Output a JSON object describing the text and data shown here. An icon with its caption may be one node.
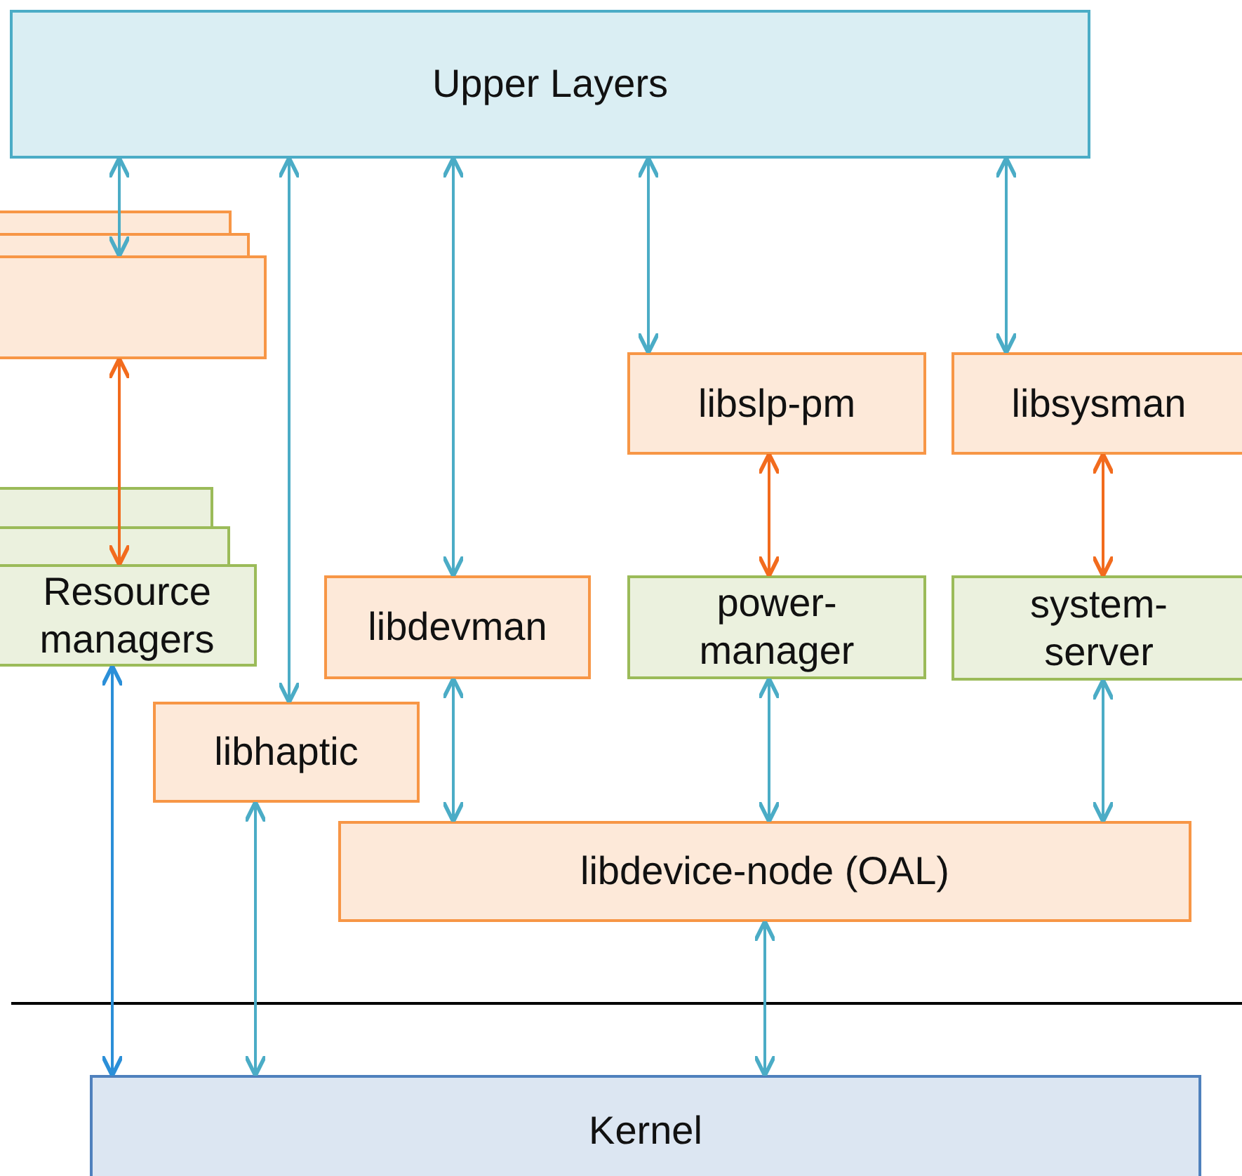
{
  "diagram": {
    "nodes": [
      {
        "text": [
          "Upper Layers"
        ]
      },
      {
        "text": [],
        "shape": "box"
      },
      {
        "text": [
          "libslp-pm"
        ]
      },
      {
        "text": [
          "libsysman"
        ]
      },
      {
        "text": [
          "Resource managers"
        ]
      },
      {
        "text": [
          "libdevman"
        ]
      },
      {
        "text": [
          "power- manager"
        ]
      },
      {
        "text": [
          "system- server"
        ]
      },
      {
        "text": [
          "libhaptic"
        ]
      },
      {
        "text": [
          "libdevice-node (OAL)"
        ]
      },
      {
        "text": [
          "Kernel"
        ]
      }
    ],
    "edges": [
      {
        "from": 0,
        "to": 1,
        "arrow": "both"
      },
      {
        "from": 0,
        "to": 8,
        "arrow": "both"
      },
      {
        "from": 0,
        "to": 5,
        "arrow": "both"
      },
      {
        "from": 0,
        "to": 2,
        "arrow": "both"
      },
      {
        "from": 0,
        "to": 3,
        "arrow": "both"
      },
      {
        "from": 1,
        "to": 4,
        "arrow": "both",
        "color": "#f26b1d"
      },
      {
        "from": 2,
        "to": 6,
        "arrow": "both",
        "color": "#f26b1d"
      },
      {
        "from": 3,
        "to": 7,
        "arrow": "both",
        "color": "#f26b1d"
      },
      {
        "from": 4,
        "to": 10,
        "arrow": "both",
        "color": "#2b8fd8"
      },
      {
        "from": 8,
        "to": 10,
        "arrow": "both"
      },
      {
        "from": 5,
        "to": 9,
        "arrow": "both"
      },
      {
        "from": 6,
        "to": 9,
        "arrow": "both"
      },
      {
        "from": 7,
        "to": 9,
        "arrow": "both"
      },
      {
        "from": 9,
        "to": 10,
        "arrow": "both"
      }
    ]
  }
}
